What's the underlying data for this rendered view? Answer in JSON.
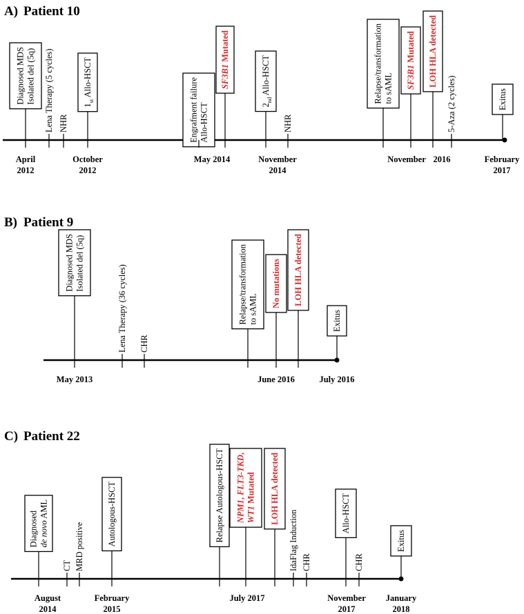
{
  "panels": [
    {
      "label": "A)",
      "title": "Patient 10",
      "events": [
        {
          "lines": [
            "Diagnosed MDS",
            "Isolated del (5q)"
          ]
        },
        {
          "lines": [
            "Lena Therapy (5 cycles)"
          ]
        },
        {
          "lines": [
            "NHR"
          ]
        },
        {
          "lines": [
            "1st Allo-HSCT"
          ]
        },
        {
          "lines": [
            "Engrafment failure",
            "Allo-HSCT"
          ]
        },
        {
          "lines": [
            "SF3B1 Mutated"
          ]
        },
        {
          "lines": [
            "2nd Allo-HSCT"
          ]
        },
        {
          "lines": [
            "NHR"
          ]
        },
        {
          "lines": [
            "Relapse/transformation",
            "to sAML"
          ]
        },
        {
          "lines": [
            "SF3B1 Mutated"
          ]
        },
        {
          "lines": [
            "LOH HLA detected"
          ]
        },
        {
          "lines": [
            "5-Aza (2 cycles)"
          ]
        },
        {
          "lines": [
            "Exitus"
          ]
        }
      ],
      "dates": [
        [
          "April",
          "2012"
        ],
        [
          "October",
          "2012"
        ],
        [
          "May 2014"
        ],
        [
          "November",
          "2014"
        ],
        [
          "November"
        ],
        [
          "2016"
        ],
        [
          "February",
          "2017"
        ]
      ]
    },
    {
      "label": "B)",
      "title": "Patient 9",
      "events": [
        {
          "lines": [
            "Diagnosed MDS",
            "Isolated del (5q)"
          ]
        },
        {
          "lines": [
            "Lena Therapy (36 cycles)"
          ]
        },
        {
          "lines": [
            "CHR"
          ]
        },
        {
          "lines": [
            "Relapse/transformation",
            "to sAML"
          ]
        },
        {
          "lines": [
            "No mutations"
          ]
        },
        {
          "lines": [
            "LOH HLA detected"
          ]
        },
        {
          "lines": [
            "Exitus"
          ]
        }
      ],
      "dates": [
        [
          "May 2013"
        ],
        [
          "June 2016"
        ],
        [
          "July 2016"
        ]
      ]
    },
    {
      "label": "C)",
      "title": "Patient 22",
      "events": [
        {
          "lines": [
            "Diagnosed",
            "de novo AML"
          ]
        },
        {
          "lines": [
            "CT"
          ]
        },
        {
          "lines": [
            "MRD positive"
          ]
        },
        {
          "lines": [
            "Autologous-HSCT"
          ]
        },
        {
          "lines": [
            "Relapse Autologous-HSCT"
          ]
        },
        {
          "lines": [
            "NPM1, FLT3-TKD,",
            "WT1 Mutated"
          ]
        },
        {
          "lines": [
            "LOH HLA detected"
          ]
        },
        {
          "lines": [
            "IdaFlag Induction"
          ]
        },
        {
          "lines": [
            "CHR"
          ]
        },
        {
          "lines": [
            "Allo-HSCT"
          ]
        },
        {
          "lines": [
            "CHR"
          ]
        },
        {
          "lines": [
            "Exitus"
          ]
        }
      ],
      "dates": [
        [
          "August",
          "2014"
        ],
        [
          "February",
          "2015"
        ],
        [
          "July 2017"
        ],
        [
          "November",
          "2017"
        ],
        [
          "January",
          "2018"
        ]
      ]
    }
  ]
}
